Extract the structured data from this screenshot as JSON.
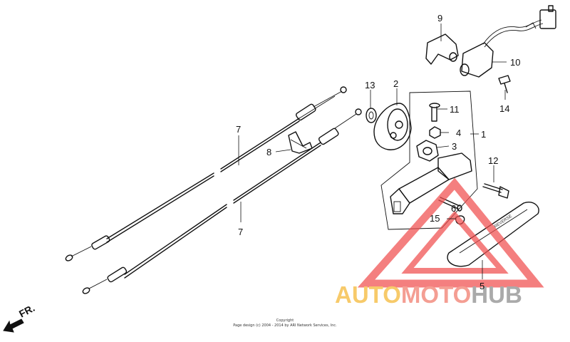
{
  "callouts": {
    "c1": "1",
    "c2": "2",
    "c3": "3",
    "c4": "4",
    "c5": "5",
    "c6": "6",
    "c7a": "7",
    "c7b": "7",
    "c8": "8",
    "c9": "9",
    "c10": "10",
    "c11": "11",
    "c12": "12",
    "c13": "13",
    "c14": "14",
    "c15": "15"
  },
  "direction_label": "FR.",
  "knob_text": "REVERSE",
  "copyright": {
    "line1": "Copyright",
    "line2": "Page design (c) 2004 - 2014 by ARI Network Services, Inc."
  },
  "watermark": {
    "part1": "AUTO",
    "part2": "MOTO",
    "part3": "HUB",
    "color1": "#f5b731",
    "color2": "#f07a6a",
    "color3": "#8a8a8a",
    "triangle_color": "#f04e4e"
  }
}
